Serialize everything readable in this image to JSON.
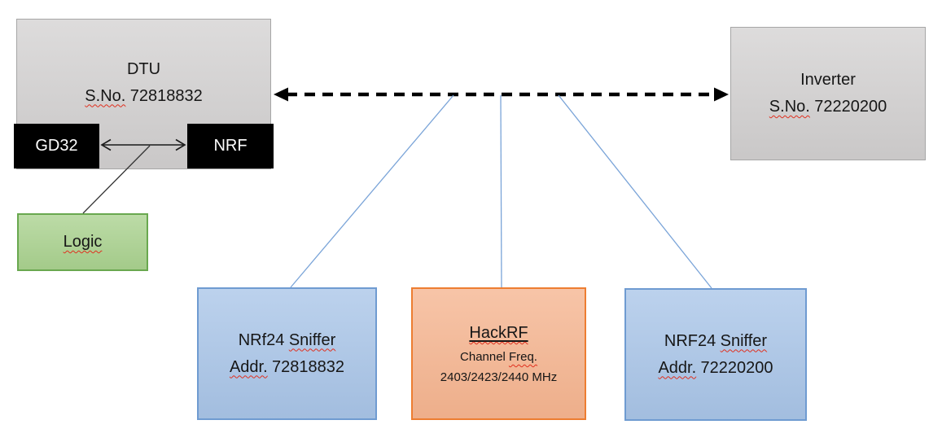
{
  "diagram": {
    "dtu": {
      "title": "DTU",
      "serial_prefix": "S.No.",
      "serial_number": "72818832"
    },
    "gd32": {
      "label": "GD32"
    },
    "nrf": {
      "label": "NRF"
    },
    "logic": {
      "label": "Logic"
    },
    "inverter": {
      "title": "Inverter",
      "serial_prefix": "S.No.",
      "serial_number": "72220200"
    },
    "sniffer_left": {
      "name_word": "NRf24",
      "name_word2": "Sniffer",
      "addr_label": "Addr.",
      "addr_value": "72818832"
    },
    "hackrf": {
      "title": "HackRF",
      "channel_word": "Channel",
      "channel_word2": "Freq.",
      "frequencies": "2403/2423/2440 MHz"
    },
    "sniffer_right": {
      "name_word": "NRF24",
      "name_word2": "Sniffer",
      "addr_label": "Addr.",
      "addr_value": "72220200"
    }
  },
  "colors": {
    "canvas-bg": "#ffffff",
    "ink": "#161616",
    "gray-fill": "#d0cece",
    "gray-border": "#a6a6a6",
    "black-fill": "#000000",
    "text-on-dark": "#ffffff",
    "green-fill": "#a9d18e",
    "green-border": "#69a84f",
    "blue-fill": "#a9c5e8",
    "blue-border": "#6f9bd1",
    "orange-fill": "#f5b48f",
    "orange-border": "#ed7d31",
    "line-blue": "#7aa4d8",
    "squiggle": "#e02f1e"
  }
}
